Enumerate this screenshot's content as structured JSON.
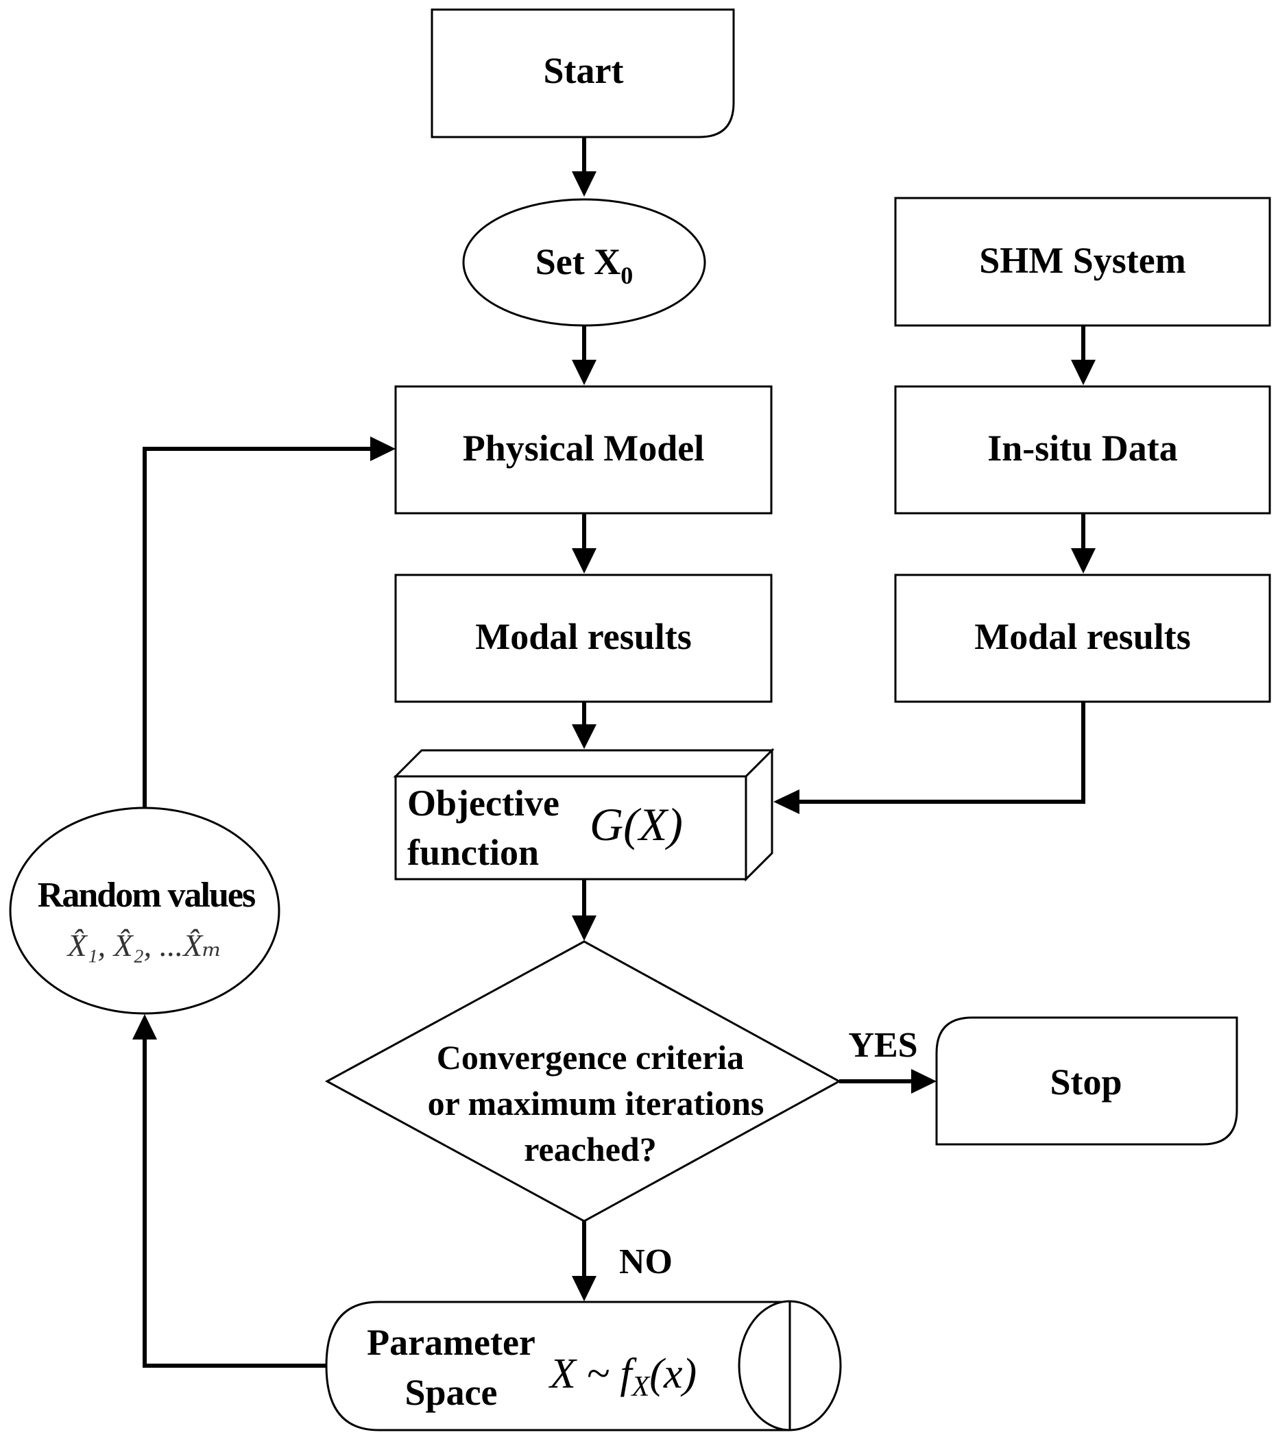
{
  "nodes": {
    "start": {
      "label": "Start"
    },
    "set_x0": {
      "label": "Set X",
      "subscript": "0"
    },
    "shm_system": {
      "label": "SHM System"
    },
    "physical_model": {
      "label": "Physical Model"
    },
    "in_situ_data": {
      "label": "In-situ Data"
    },
    "modal_results_model": {
      "label": "Modal results"
    },
    "modal_results_measured": {
      "label": "Modal results"
    },
    "objective_function": {
      "line1": "Objective",
      "line2": "function",
      "math": "G(X)"
    },
    "convergence_check": {
      "line1": "Convergence criteria",
      "line2": "or maximum iterations",
      "line3": "reached?"
    },
    "stop": {
      "label": "Stop"
    },
    "parameter_space": {
      "line1": "Parameter",
      "line2": "Space",
      "math": "X ~ f",
      "math_sub": "X",
      "math_tail": "(x)"
    },
    "random_values": {
      "label": "Random values",
      "math": "X̂₁, X̂₂, ...X̂ₘ"
    }
  },
  "edges": {
    "yes_label": "YES",
    "no_label": "NO"
  }
}
